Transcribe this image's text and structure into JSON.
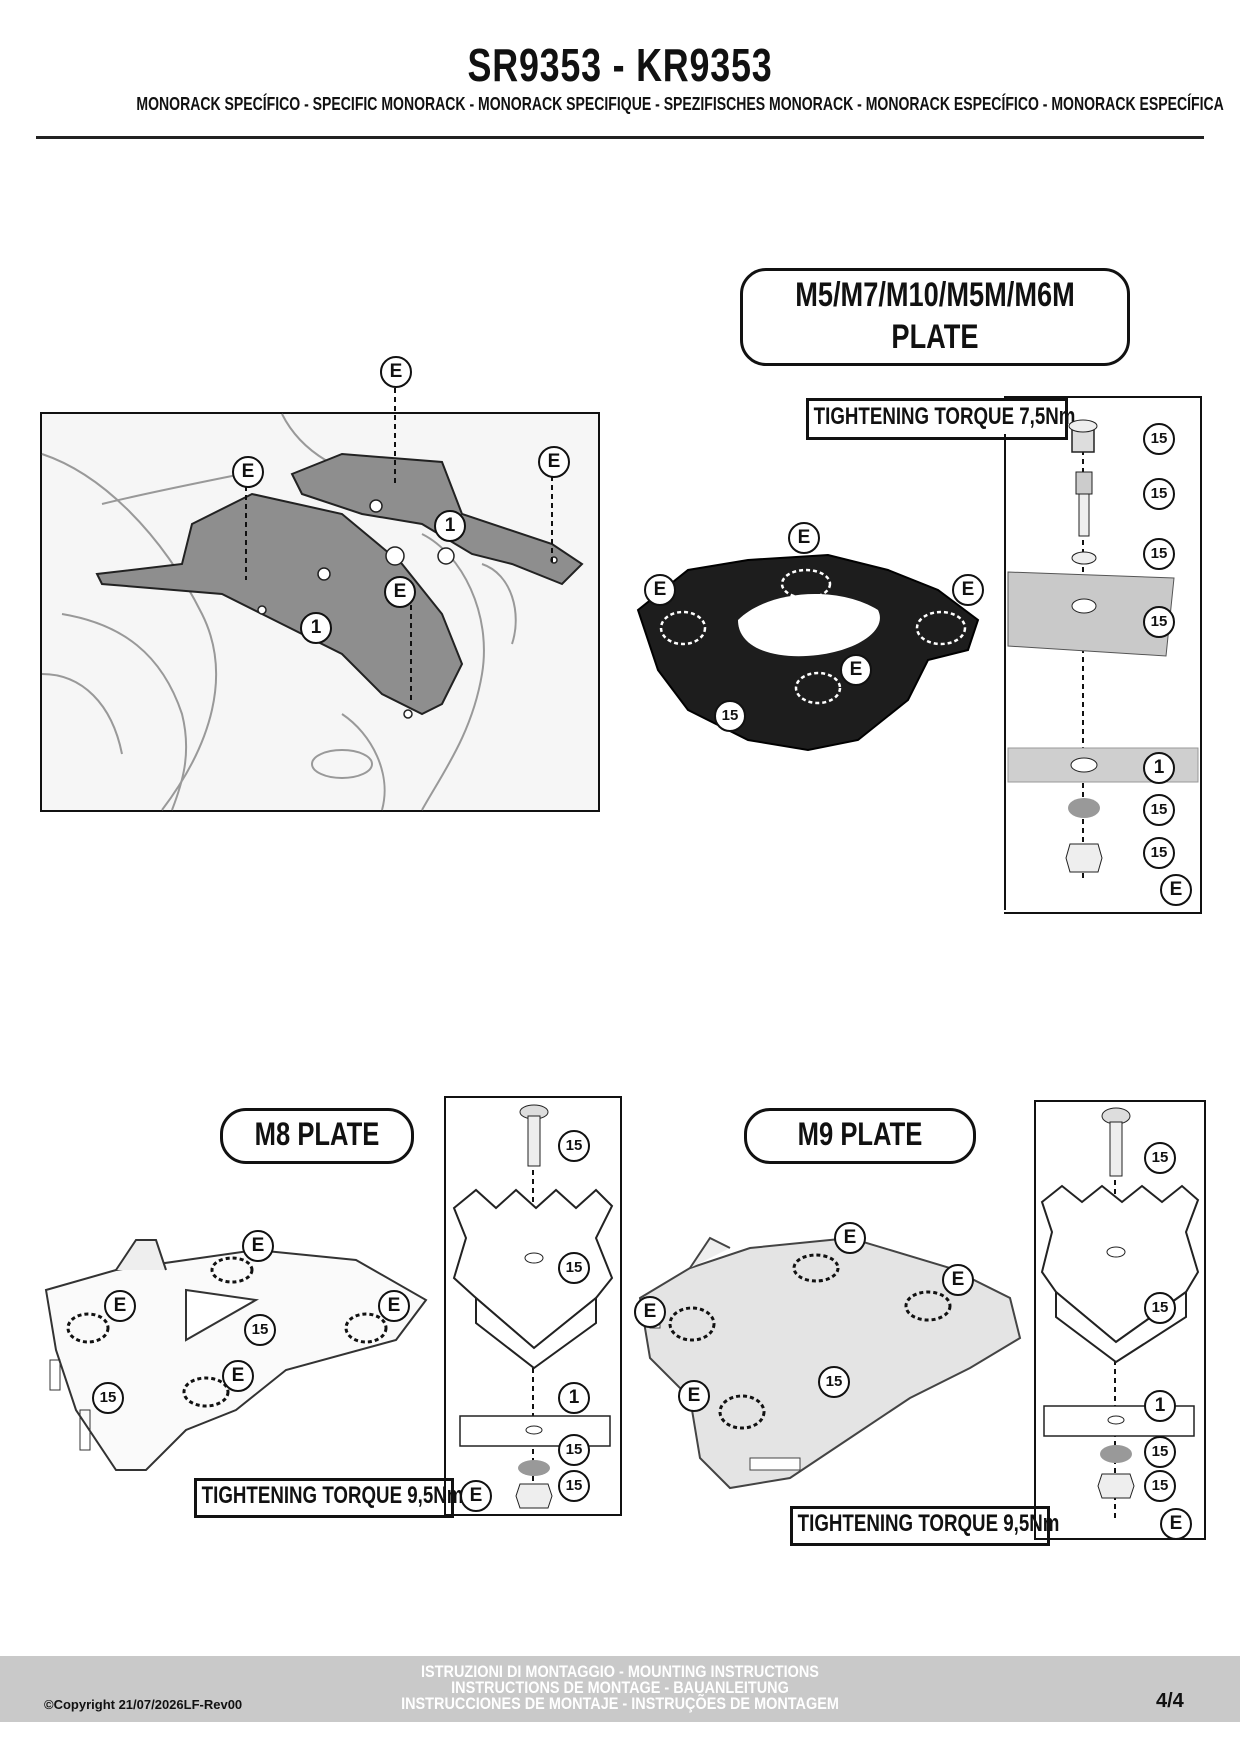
{
  "header": {
    "title": "SR9353 - KR9353",
    "subtitle": "MONORACK SPECÍFICO - SPECIFIC MONORACK - MONORACK SPECIFIQUE - SPEZIFISCHES MONORACK - MONORACK ESPECÍFICO - MONORACK ESPECÍFICA"
  },
  "section_m5": {
    "label_line1": "M5/M7/M10/M5M/M6M",
    "label_line2": "PLATE",
    "torque": "TIGHTENING TORQUE 7,5Nm"
  },
  "section_m8": {
    "label": "M8 PLATE",
    "torque": "TIGHTENING TORQUE 9,5Nm"
  },
  "section_m9": {
    "label": "M9 PLATE",
    "torque": "TIGHTENING TORQUE 9,5Nm"
  },
  "markers": {
    "e": "E",
    "part_1": "1",
    "part_15": "15"
  },
  "footer": {
    "line1": "ISTRUZIONI DI MONTAGGIO  -  MOUNTING INSTRUCTIONS",
    "line2": "INSTRUCTIONS DE MONTAGE - BAUANLEITUNG",
    "line3": "INSTRUCCIONES DE MONTAJE - INSTRUÇÕES DE MONTAGEM",
    "copyright": "©Copyright 21/07/2026LF-Rev00",
    "page": "4/4"
  }
}
